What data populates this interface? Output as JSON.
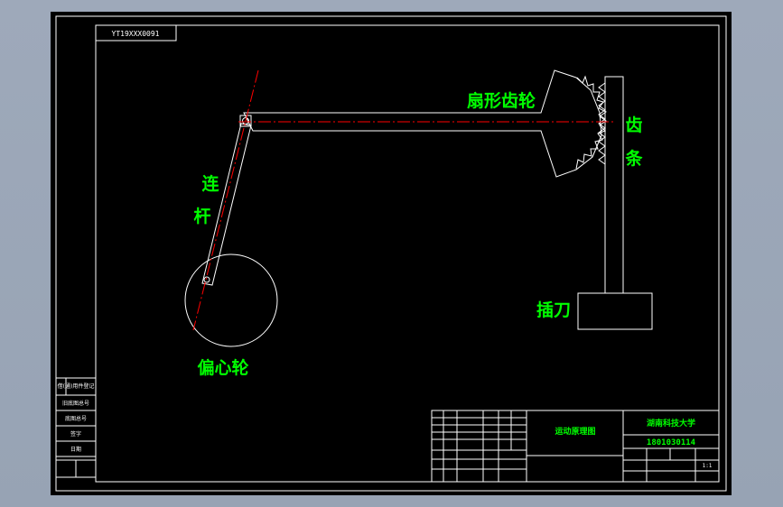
{
  "drawing": {
    "code": "YT19XXX0091",
    "labels": {
      "sector_gear": "扇形齿轮",
      "rack_1": "齿",
      "rack_2": "条",
      "link_1": "连",
      "link_2": "杆",
      "eccentric": "偏心轮",
      "cutter": "插刀"
    }
  },
  "title_block": {
    "drawing_name": "运动原理图",
    "school": "湖南科技大学",
    "number": "1801030114",
    "scale": "1:1"
  },
  "side_block": {
    "rows": [
      "借(通)用件登记",
      "旧底图总号",
      "底图总号",
      "签字",
      "日期"
    ]
  },
  "colors": {
    "sheet": "#000000",
    "lines": "#ffffff",
    "text": "#00ff00",
    "centerline": "#ff0000"
  }
}
